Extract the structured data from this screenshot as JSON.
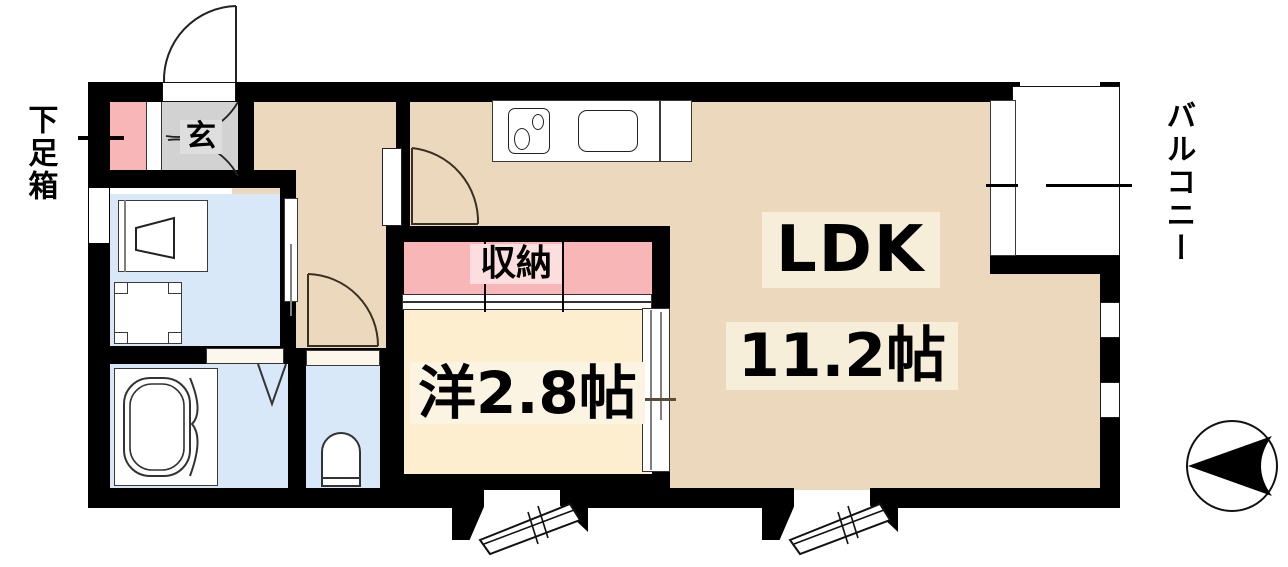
{
  "plan": {
    "type": "floor-plan",
    "layout_name": "1LDK",
    "orientation_marker": "compass-west",
    "rooms": [
      {
        "id": "ldk",
        "label": "LDK",
        "size_label": "11.2帖",
        "fill": "#ecd9bd"
      },
      {
        "id": "bedroom",
        "label": "洋2.8帖",
        "size_label": "",
        "fill": "#fdeed0"
      },
      {
        "id": "closet",
        "label": "収納",
        "size_label": "",
        "fill": "#f9b6b6"
      },
      {
        "id": "genkan",
        "label": "玄",
        "size_label": "",
        "fill": "#d2d2d2"
      },
      {
        "id": "balcony",
        "label": "バルコニー",
        "size_label": "",
        "fill": "#ffffff"
      },
      {
        "id": "shoebox",
        "label": "下足箱",
        "size_label": "",
        "fill": "#f9b6b6"
      }
    ],
    "labels": {
      "ldk": "LDK",
      "ldk_size": "11.2帖",
      "bedroom": "洋2.8帖",
      "closet": "収納",
      "genkan": "玄",
      "balcony": "バルコニー",
      "shoebox": "下足箱"
    },
    "colors": {
      "wall": "#000000",
      "ldk_floor": "#ecd9bd",
      "room_floor": "#fdeed0",
      "wet_area": "#d8e8f8",
      "closet": "#f9b6b6",
      "genkan": "#d2d2d2",
      "background": "#ffffff"
    },
    "fixtures": [
      {
        "name": "stove",
        "room": "ldk"
      },
      {
        "name": "sink",
        "room": "ldk"
      },
      {
        "name": "bathtub",
        "room": "bathroom"
      },
      {
        "name": "vanity-sink",
        "room": "washroom"
      },
      {
        "name": "washing-machine",
        "room": "washroom"
      },
      {
        "name": "toilet",
        "room": "toilet"
      },
      {
        "name": "entrance-door",
        "room": "genkan"
      },
      {
        "name": "balcony-railing",
        "room": "balcony"
      }
    ]
  }
}
